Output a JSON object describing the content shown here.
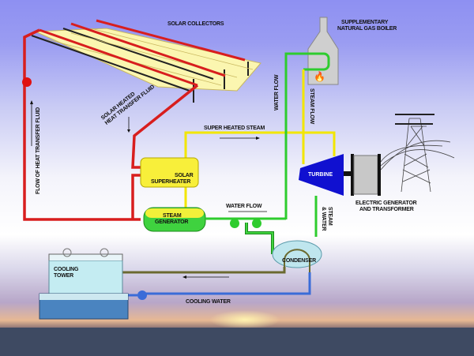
{
  "labels": {
    "solar_collectors": "SOLAR COLLECTORS",
    "boiler_line1": "SUPPLEMENTARY",
    "boiler_line2": "NATURAL GAS BOILER",
    "water_flow_up": "WATER FLOW",
    "steam_flow": "STEAM FLOW",
    "solar_heated_line1": "SOLAR HEATED",
    "solar_heated_line2": "HEAT TRANSFER FLUID",
    "flow_htf": "FLOW OF HEAT TRANSFER FLUID",
    "super_heated_steam": "SUPER HEATED STEAM",
    "superheater_line1": "SOLAR",
    "superheater_line2": "SUPERHEATER",
    "steam_gen_line1": "STEAM",
    "steam_gen_line2": "GENERATOR",
    "water_flow": "WATER FLOW",
    "turbine": "TURBINE",
    "generator_line1": "ELECTRIC GENERATOR",
    "generator_line2": "AND TRANSFORMER",
    "steam_water_line1": "STEAM",
    "steam_water_line2": "& WATER",
    "condenser": "CONDENSER",
    "cooling_tower_line1": "COOLING",
    "cooling_tower_line2": "TOWER",
    "cooling_water": "COOLING WATER"
  },
  "colors": {
    "heat_transfer_fluid": "#d81e1e",
    "steam": "#f2e600",
    "water": "#2ecc2e",
    "turbine": "#1010d0",
    "cooling_water": "#3a6cd8",
    "return_water": "#6b6a30"
  }
}
